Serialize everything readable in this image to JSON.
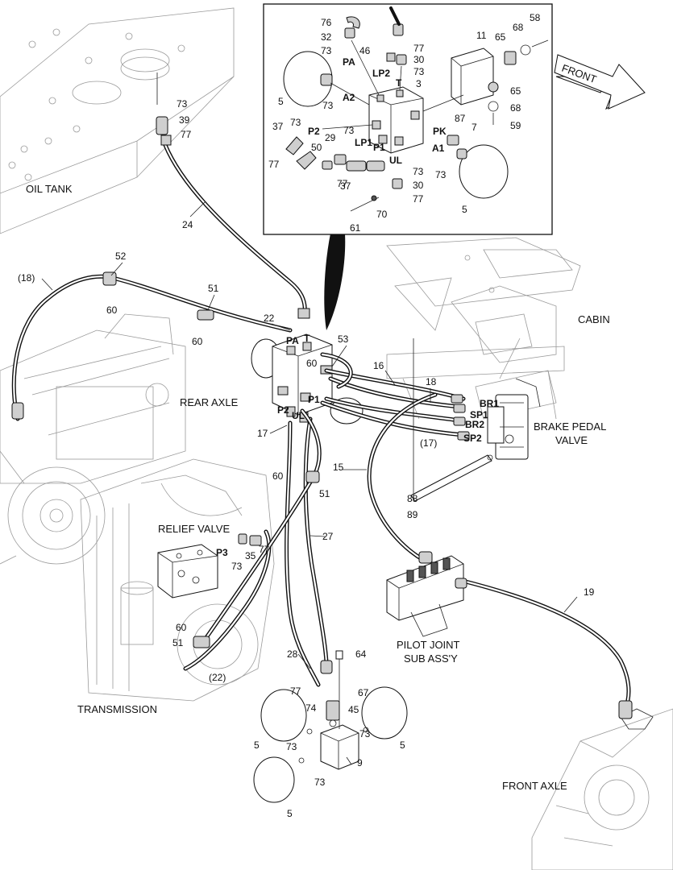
{
  "areas": {
    "oil_tank": "OIL TANK",
    "rear_axle": "REAR AXLE",
    "relief_valve": "RELIEF VALVE",
    "transmission": "TRANSMISSION",
    "cabin": "CABIN",
    "brake_pedal_valve_1": "BRAKE PEDAL",
    "brake_pedal_valve_2": "VALVE",
    "pilot_joint_1": "PILOT JOINT",
    "pilot_joint_2": "SUB ASS'Y",
    "front_axle": "FRONT AXLE",
    "front_arrow": "FRONT"
  },
  "inset": {
    "ports": {
      "pa": "PA",
      "lp2": "LP2",
      "t": "T",
      "a2": "A2",
      "p2": "P2",
      "lp1": "LP1",
      "p1": "P1",
      "ul": "UL",
      "pk": "PK",
      "a1": "A1"
    },
    "parts": {
      "n76": "76",
      "n32": "32",
      "n73a": "73",
      "n46": "46",
      "n77a": "77",
      "n30a": "30",
      "n73b": "73",
      "n3": "3",
      "n11": "11",
      "n65a": "65",
      "n68a": "68",
      "n58": "58",
      "n5a": "5",
      "n73c": "73",
      "n65b": "65",
      "n68b": "68",
      "n59": "59",
      "n37a": "37",
      "n73d": "73",
      "n73e": "73",
      "n29": "29",
      "n87": "87",
      "n7": "7",
      "n50": "50",
      "n77b": "77",
      "n77c": "77",
      "n37b": "37",
      "n73f": "73",
      "n73g": "73",
      "n30b": "30",
      "n77d": "77",
      "n70": "70",
      "n61": "61",
      "n5b": "5"
    }
  },
  "main": {
    "ports": {
      "pa": "PA",
      "t": "T",
      "p1": "P1",
      "p2": "P2",
      "ul": "UL",
      "br1": "BR1",
      "sp1": "SP1",
      "br2": "BR2",
      "sp2": "SP2",
      "p3": "P3"
    },
    "parts": {
      "n73a": "73",
      "n39": "39",
      "n77a": "77",
      "n24": "24",
      "n52": "52",
      "n18p": "(18)",
      "n60a": "60",
      "n51a": "51",
      "n60b": "60",
      "n22": "22",
      "n53": "53",
      "n60c": "60",
      "n16": "16",
      "n18": "18",
      "n17p": "(17)",
      "n17": "17",
      "n60d": "60",
      "n51b": "51",
      "n15": "15",
      "n88": "88",
      "n89": "89",
      "n27": "27",
      "n77b": "77",
      "n35": "35",
      "n73b": "73",
      "n60e": "60",
      "n51c": "51",
      "n22p": "(22)",
      "n28": "28",
      "n64": "64",
      "n77c": "77",
      "n67": "67",
      "n74": "74",
      "n45": "45",
      "n5a": "5",
      "n73c": "73",
      "n73d": "73",
      "n5b": "5",
      "n9": "9",
      "n73e": "73",
      "n5c": "5",
      "n19": "19"
    }
  }
}
